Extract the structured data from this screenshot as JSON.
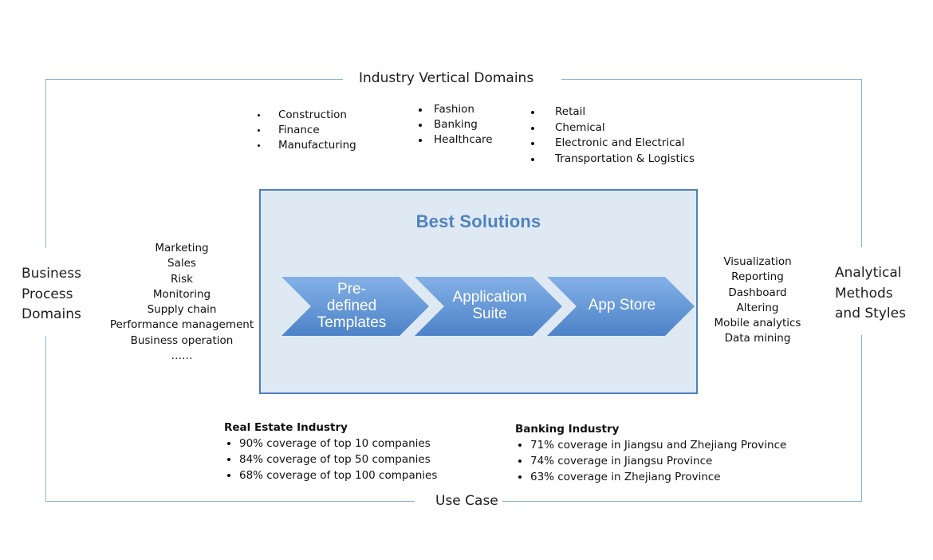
{
  "diagram": {
    "top_label": "Industry Vertical Domains",
    "bottom_label": "Use Case",
    "left_label": "Business\nProcess\nDomains",
    "right_label": "Analytical\nMethods\nand Styles"
  },
  "industries": {
    "column_1": [
      "Construction",
      "Finance",
      "Manufacturing"
    ],
    "column_2": [
      "Fashion",
      "Banking",
      "Healthcare"
    ],
    "column_3": [
      "Retail",
      "Chemical",
      "Electronic and Electrical",
      "Transportation & Logistics"
    ]
  },
  "business_processes": [
    "Marketing",
    "Sales",
    "Risk",
    "Monitoring",
    "Supply chain",
    "Performance management",
    "Business operation",
    "……"
  ],
  "analytics": [
    "Visualization",
    "Reporting",
    "Dashboard",
    "Altering",
    "Mobile analytics",
    "Data mining"
  ],
  "solutions": {
    "title": "Best Solutions",
    "steps": [
      "Pre-\ndefined\nTemplates",
      "Application\nSuite",
      "App Store"
    ]
  },
  "use_cases": {
    "real_estate": {
      "title": "Real Estate Industry",
      "items": [
        "90% coverage of top 10 companies",
        "84% coverage of top 50 companies",
        "68% coverage of top 100 companies"
      ]
    },
    "banking": {
      "title": "Banking Industry",
      "items": [
        "71% coverage in Jiangsu and Zhejiang Province",
        "74% coverage in Jiangsu Province",
        "63% coverage in Zhejiang Province"
      ]
    }
  },
  "colors": {
    "frame_border": "#88b1d9",
    "solution_box_fill": "#dfe9f4",
    "solution_box_border": "#4f7fbd",
    "solution_title": "#4f82bd",
    "chevron_fill_light": "#79a7df",
    "chevron_fill_dark": "#4b82c8"
  }
}
